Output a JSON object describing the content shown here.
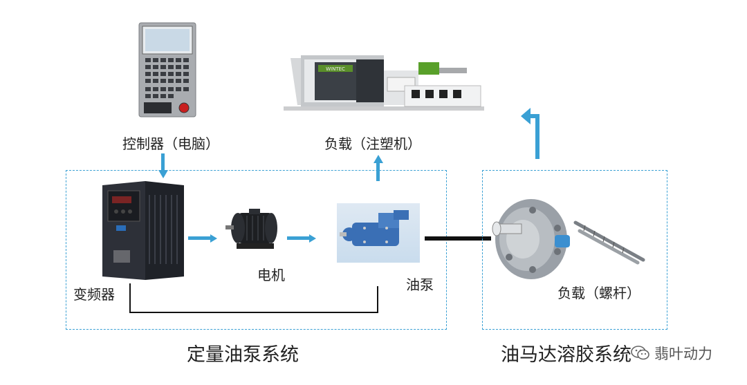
{
  "labels": {
    "controller": "控制器（电脑）",
    "load_injection": "负载（注塑机）",
    "vfd": "变频器",
    "motor": "电机",
    "oil_pump": "油泵",
    "load_screw": "负载（螺杆）",
    "fixed_pump_system": "定量油泵系统",
    "oil_motor_system": "油马达溶胶系统"
  },
  "watermark": {
    "text": "翡叶动力",
    "icon": "wechat-icon"
  },
  "colors": {
    "accent": "#3aa0d4",
    "line": "#111111"
  },
  "machine_brand": "WINTEC"
}
